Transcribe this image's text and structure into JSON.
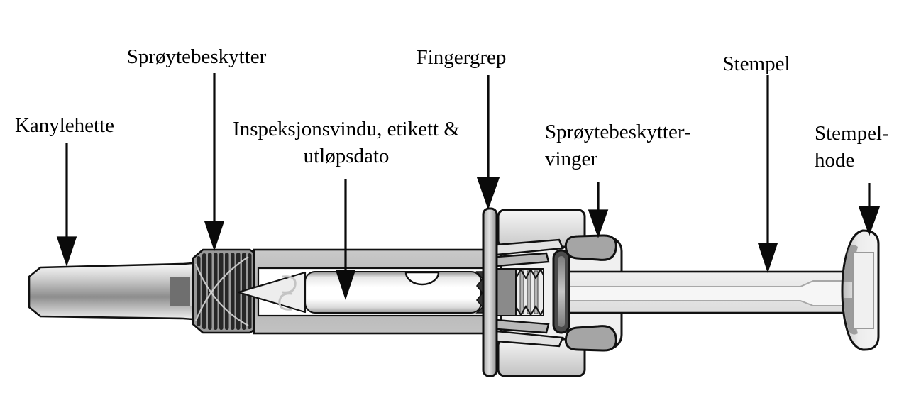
{
  "figure": {
    "type": "labeled-diagram",
    "subject": "pre-filled syringe with safety shield (ferdigfylt sprøyte)",
    "language": "Norwegian",
    "colors": {
      "background": "#ffffff",
      "text": "#000000",
      "outline": "#111111",
      "metal_gray": "#bcbcbc",
      "dark_ribs": "#262626"
    },
    "callouts": {
      "kanylehette": {
        "lines": [
          "Kanylehette"
        ]
      },
      "sproytebeskytter": {
        "lines": [
          "Sprøytebeskytter"
        ]
      },
      "inspeksjonsvindu": {
        "lines": [
          "Inspeksjonsvindu, etikett &",
          "utløpsdato"
        ]
      },
      "fingergrep": {
        "lines": [
          "Fingergrep"
        ]
      },
      "sproytebeskytter_vinger": {
        "lines": [
          "Sprøytebeskytter-",
          "vinger"
        ]
      },
      "stempel": {
        "lines": [
          "Stempel"
        ]
      },
      "stempel_hode": {
        "lines": [
          "Stempel-",
          "hode"
        ]
      }
    }
  }
}
